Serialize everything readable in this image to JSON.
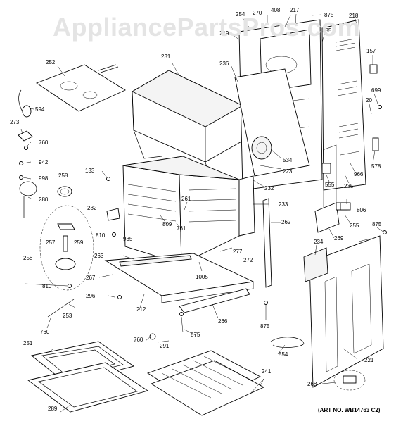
{
  "watermark": "AppliancePartsPros.com",
  "art_number": "(ART NO. WB14763 C2)",
  "callouts": {
    "c254": "254",
    "c270": "270",
    "c408": "408",
    "c217": "217",
    "c875a": "875",
    "c218": "218",
    "c219": "219",
    "c285": "285",
    "c157": "157",
    "c231": "231",
    "c236": "236",
    "c252": "252",
    "c699": "699",
    "c20": "20",
    "c594": "594",
    "c273": "273",
    "c760a": "760",
    "c942": "942",
    "c998": "998",
    "c258a": "258",
    "c280": "280",
    "c534": "534",
    "c578": "578",
    "c223": "223",
    "c966": "966",
    "c133": "133",
    "c555": "555",
    "c235": "235",
    "c232": "232",
    "c233": "233",
    "c806": "806",
    "c282": "282",
    "c261": "261",
    "c809": "809",
    "c761": "761",
    "c262": "262",
    "c255": "255",
    "c875b": "875",
    "c810a": "810",
    "c269": "269",
    "c935": "935",
    "c257": "257",
    "c259": "259",
    "c258b": "258",
    "c277": "277",
    "c234": "234",
    "c263": "263",
    "c272": "272",
    "c267": "267",
    "c1005": "1005",
    "c810b": "810",
    "c296": "296",
    "c212": "212",
    "c253": "253",
    "c266": "266",
    "c875c": "875",
    "c875d": "875",
    "c760b": "760",
    "c760c": "760",
    "c291": "291",
    "c251": "251",
    "c554": "554",
    "c221": "221",
    "c241": "241",
    "c268": "268",
    "c289": "289"
  }
}
